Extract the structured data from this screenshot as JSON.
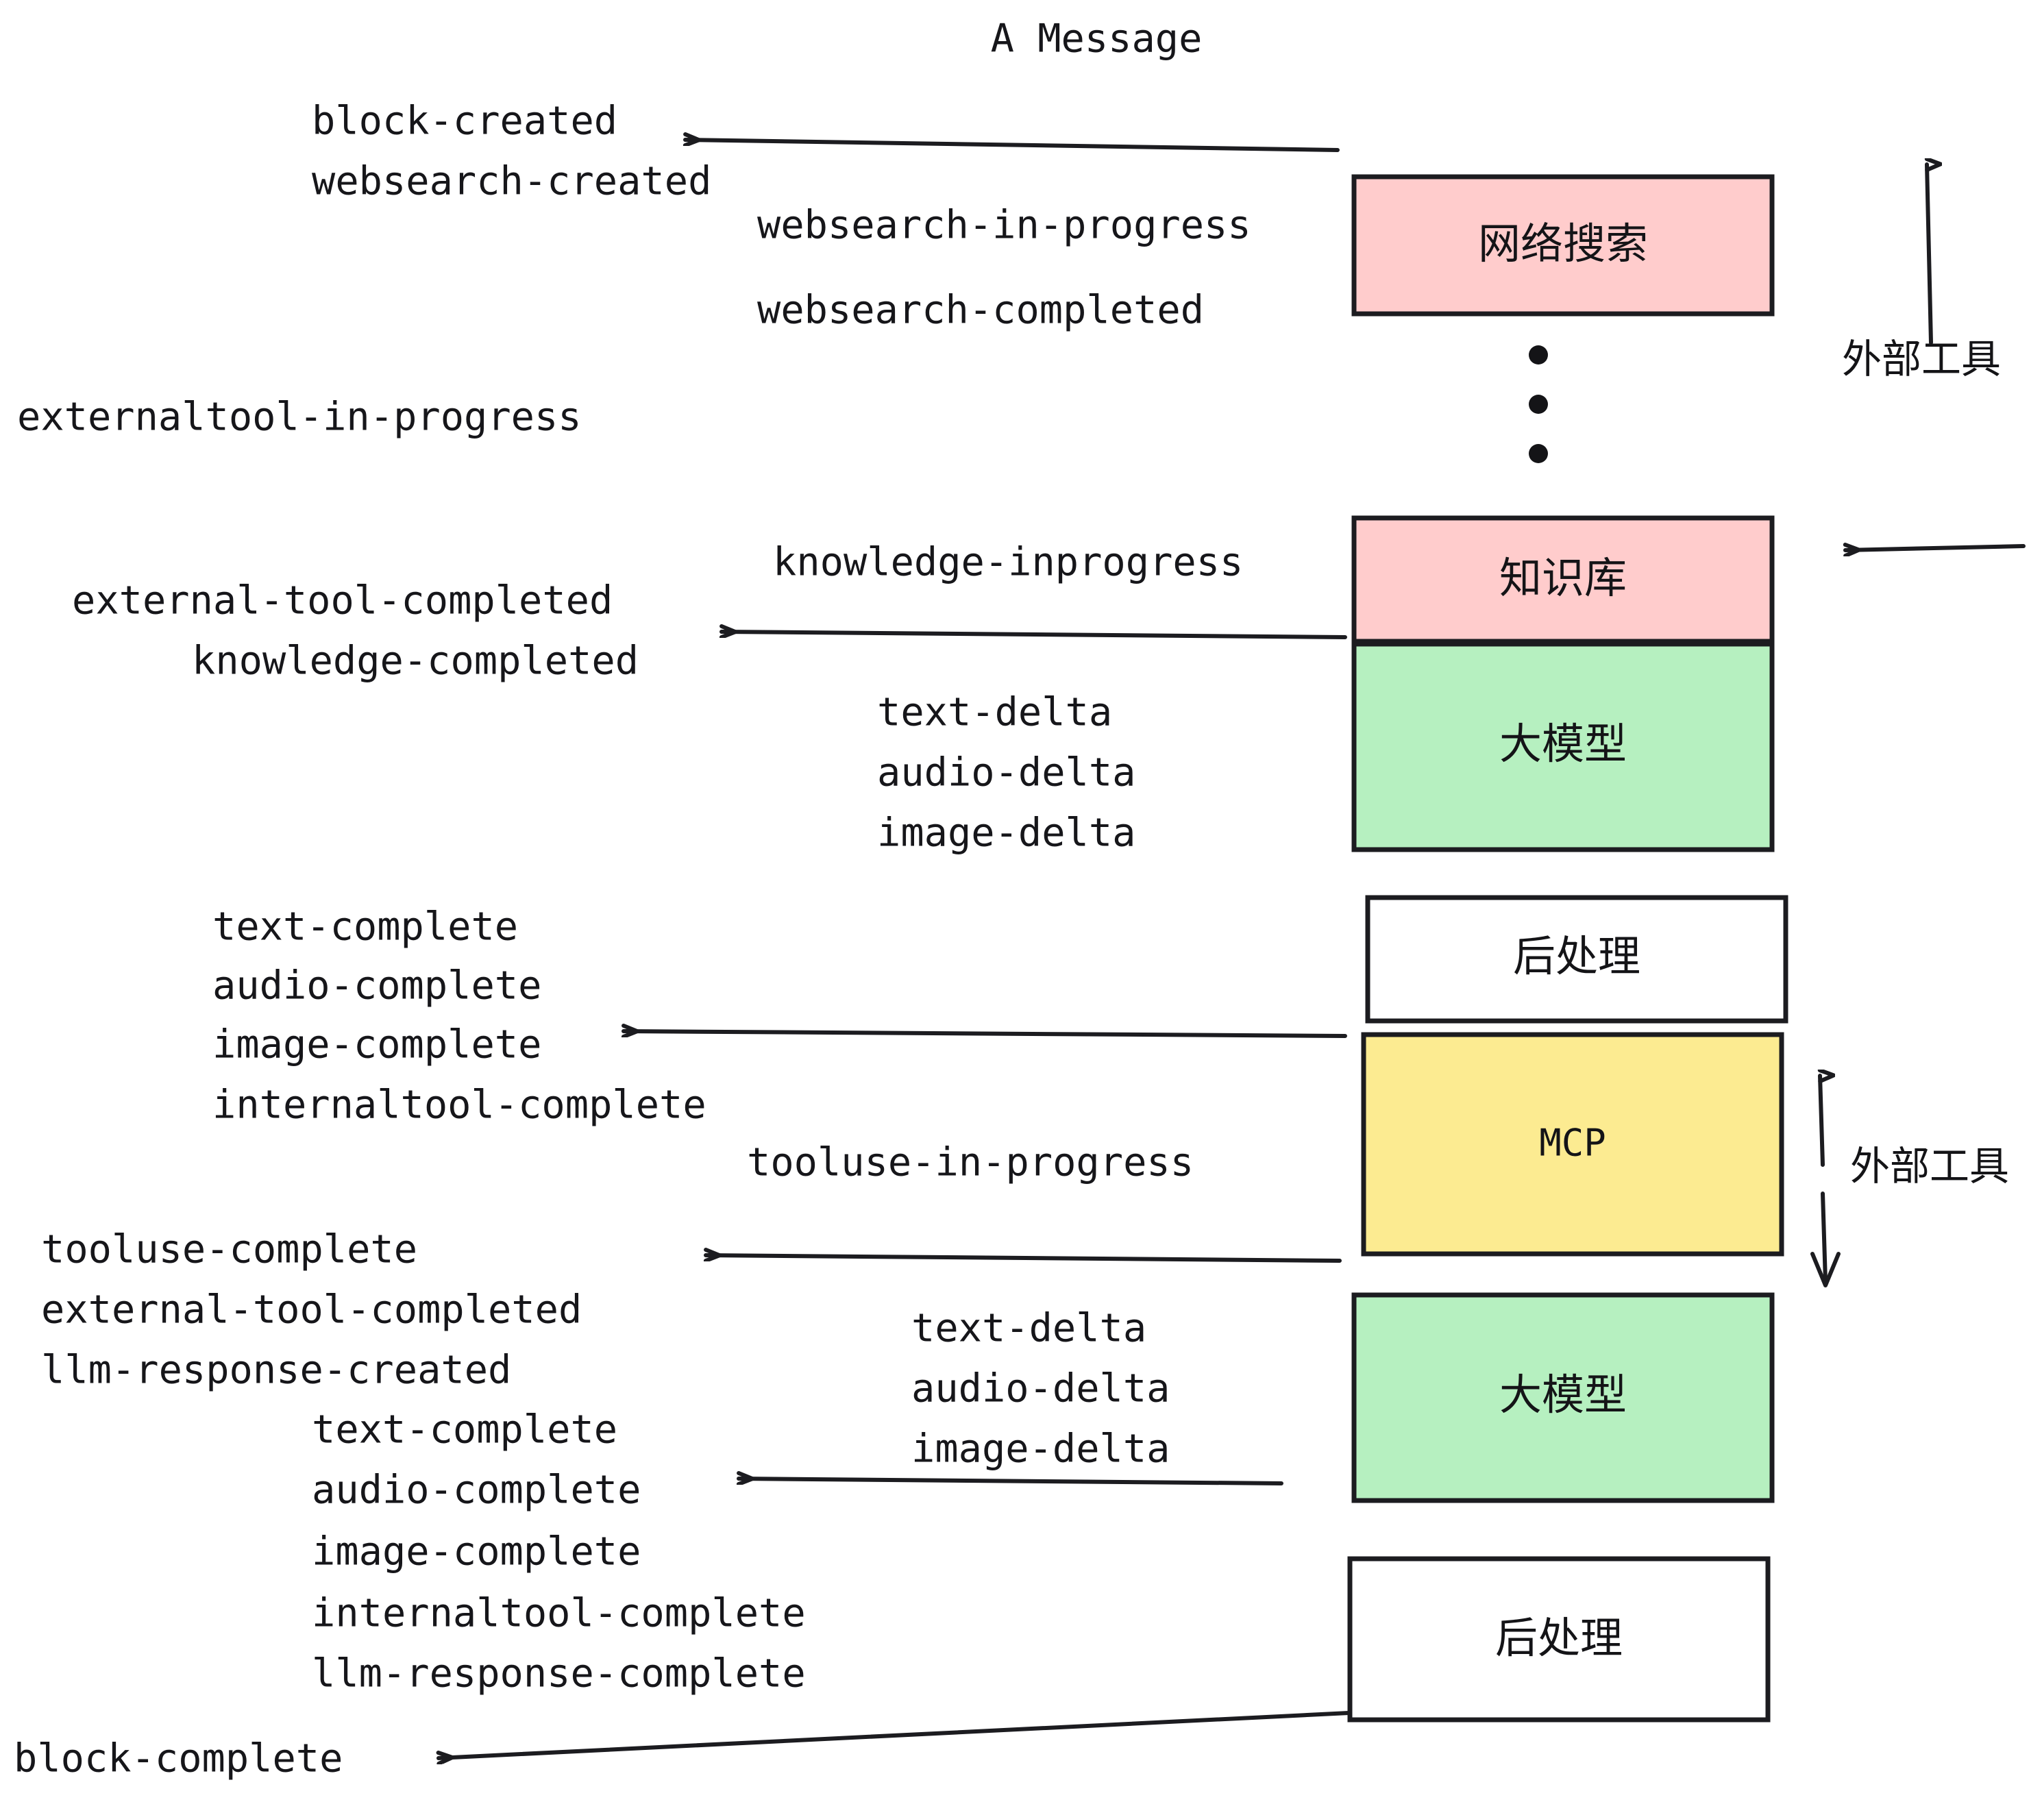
{
  "diagram": {
    "title": "A Message",
    "colors": {
      "pink": "#ffcccc",
      "green": "#b6f0c0",
      "yellow": "#fceb91",
      "white": "#ffffff",
      "stroke": "#1c1c20",
      "text": "#16161a"
    },
    "nodes": [
      {
        "id": "websearch",
        "label": "网络搜索",
        "fill": "#ffcccc",
        "script": false
      },
      {
        "id": "knowledge",
        "label": "知识库",
        "fill": "#ffcccc",
        "script": false
      },
      {
        "id": "llm1",
        "label": "大模型",
        "fill": "#b6f0c0",
        "script": false
      },
      {
        "id": "post1",
        "label": "后处理",
        "fill": "#ffffff",
        "script": false
      },
      {
        "id": "mcp",
        "label": "MCP",
        "fill": "#fceb91",
        "script": true
      },
      {
        "id": "llm2",
        "label": "大模型",
        "fill": "#b6f0c0",
        "script": false
      },
      {
        "id": "post2",
        "label": "后处理",
        "fill": "#ffffff",
        "script": false
      }
    ],
    "group_labels": [
      {
        "id": "external-tool-top",
        "label": "外部工具"
      },
      {
        "id": "external-tool-bottom",
        "label": "外部工具"
      }
    ],
    "events": [
      {
        "id": "e01",
        "text": "block-created"
      },
      {
        "id": "e02",
        "text": "websearch-created"
      },
      {
        "id": "e03",
        "text": "websearch-in-progress"
      },
      {
        "id": "e04",
        "text": "websearch-completed"
      },
      {
        "id": "e05",
        "text": "externaltool-in-progress"
      },
      {
        "id": "e06",
        "text": "knowledge-inprogress"
      },
      {
        "id": "e07",
        "text": "external-tool-completed"
      },
      {
        "id": "e08",
        "text": "knowledge-completed"
      },
      {
        "id": "e09",
        "text": "text-delta"
      },
      {
        "id": "e10",
        "text": "audio-delta"
      },
      {
        "id": "e11",
        "text": "image-delta"
      },
      {
        "id": "e12",
        "text": "text-complete"
      },
      {
        "id": "e13",
        "text": "audio-complete"
      },
      {
        "id": "e14",
        "text": "image-complete"
      },
      {
        "id": "e15",
        "text": "internaltool-complete"
      },
      {
        "id": "e16",
        "text": "tooluse-in-progress"
      },
      {
        "id": "e17",
        "text": "tooluse-complete"
      },
      {
        "id": "e18",
        "text": "external-tool-completed"
      },
      {
        "id": "e19",
        "text": "llm-response-created"
      },
      {
        "id": "e20",
        "text": "text-delta"
      },
      {
        "id": "e21",
        "text": "audio-delta"
      },
      {
        "id": "e22",
        "text": "image-delta"
      },
      {
        "id": "e23",
        "text": "text-complete"
      },
      {
        "id": "e24",
        "text": "audio-complete"
      },
      {
        "id": "e25",
        "text": "image-complete"
      },
      {
        "id": "e26",
        "text": "internaltool-complete"
      },
      {
        "id": "e27",
        "text": "llm-response-complete"
      },
      {
        "id": "e28",
        "text": "block-complete"
      }
    ]
  }
}
